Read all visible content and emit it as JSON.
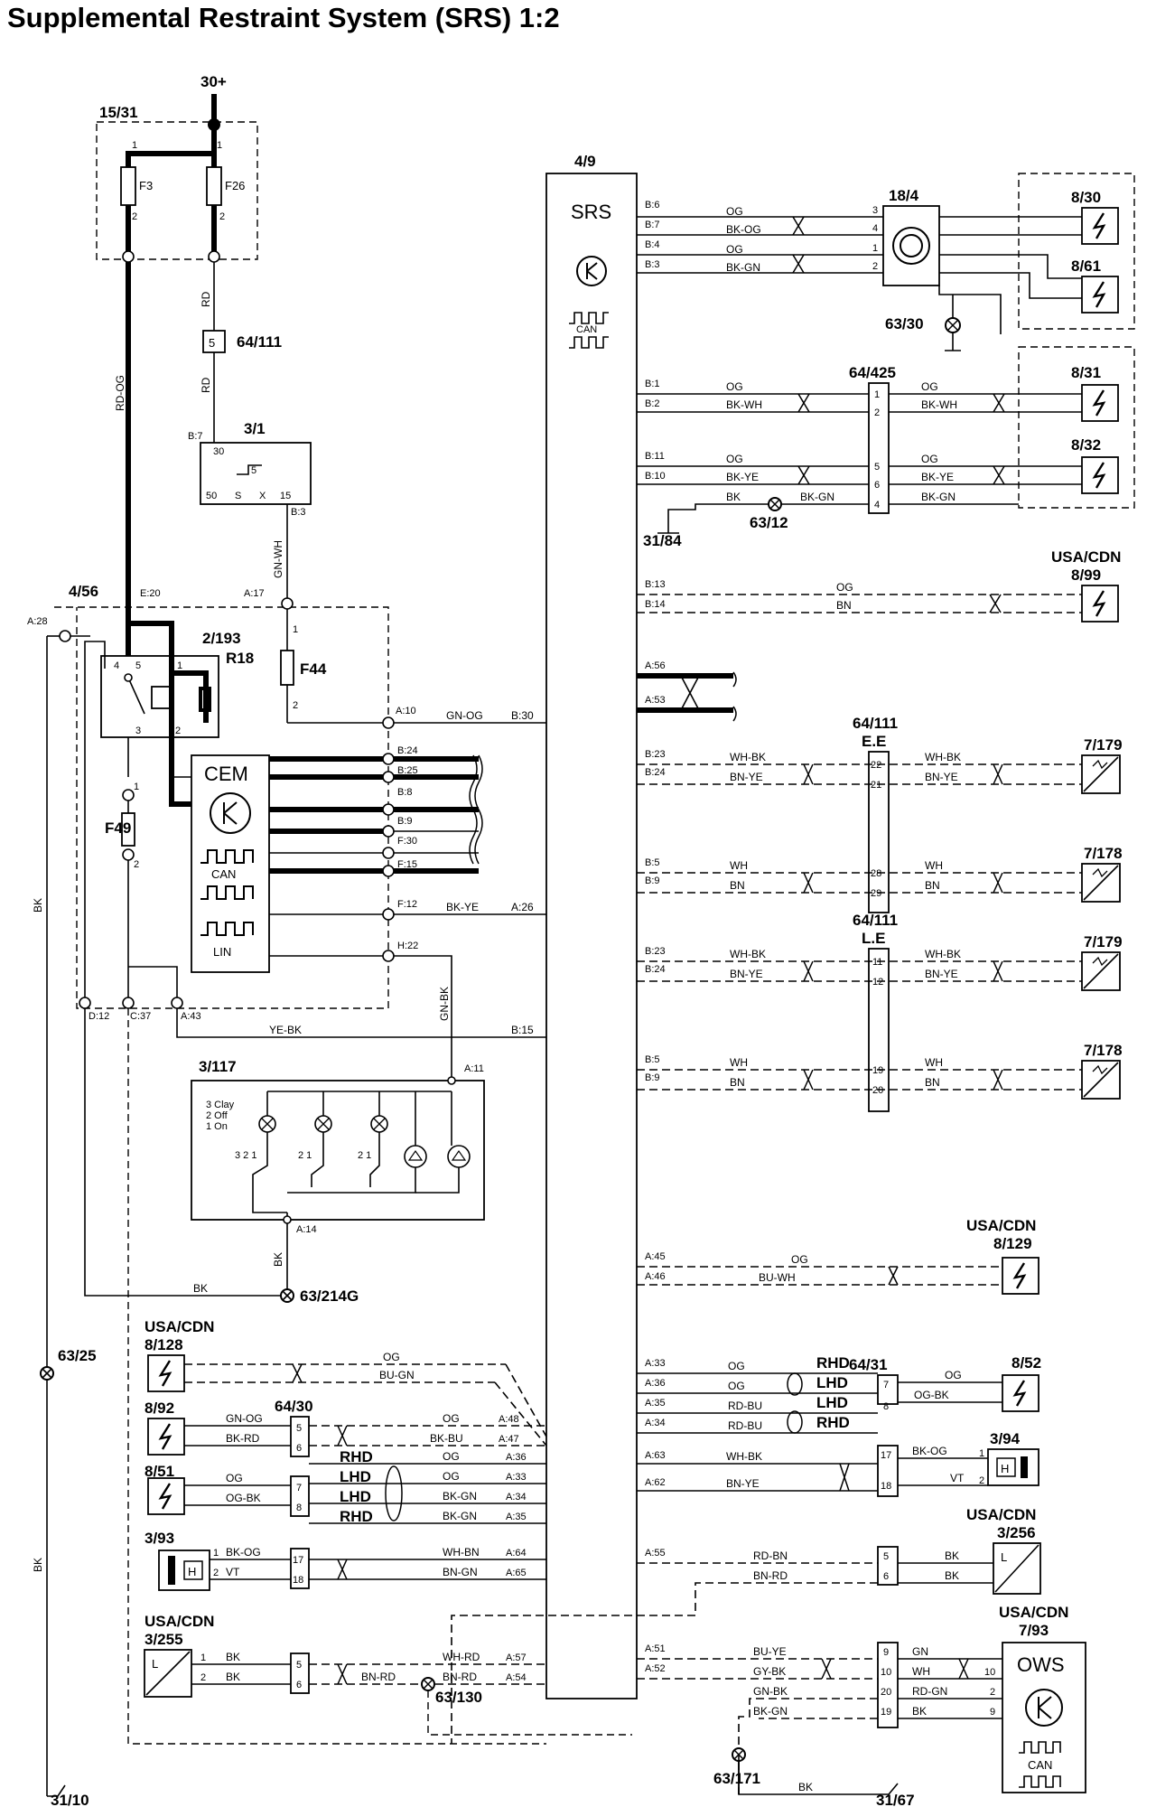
{
  "title": "Supplemental Restraint System (SRS) 1:2",
  "power": {
    "label": "30+"
  },
  "fusebox": {
    "id": "15/31",
    "fuse_a": "F3",
    "fuse_b": "F26",
    "pin1": "1",
    "pin2": "2"
  },
  "wires_left": {
    "rd": "RD",
    "rd_og": "RD-OG",
    "gn_wh": "GN-WH",
    "bk": "BK",
    "gn_bk": "GN-BK"
  },
  "connector_64_111_top": {
    "id": "64/111",
    "pin": "5"
  },
  "ignition": {
    "id": "3/1",
    "loc": "B:7",
    "pins": [
      "30",
      "50",
      "S",
      "X",
      "15"
    ],
    "out": "B:3"
  },
  "cem_module": {
    "id": "4/56",
    "name": "CEM",
    "can": "CAN",
    "lin": "LIN",
    "pins": [
      "A:28",
      "E:20",
      "A:17",
      "A:10",
      "B:24",
      "B:25",
      "B:8",
      "B:9",
      "F:30",
      "F:15",
      "F:12",
      "H:22",
      "D:12",
      "C:37",
      "A:43"
    ]
  },
  "relay": {
    "id": "2/193",
    "name": "R18",
    "pins": [
      "4",
      "5",
      "1",
      "3",
      "2"
    ]
  },
  "fuse_f44": {
    "name": "F44"
  },
  "fuse_f49": {
    "name": "F49"
  },
  "srs_module": {
    "id": "4/9",
    "name": "SRS",
    "can": "CAN"
  },
  "cem_to_srs": [
    {
      "from": "A:10",
      "color": "GN-OG",
      "to": "B:30"
    },
    {
      "from": "F:12",
      "color": "BK-YE",
      "to": "A:26"
    },
    {
      "from": "A:43",
      "color": "YE-BK",
      "to": "B:15"
    }
  ],
  "switch_3_117": {
    "id": "3/117",
    "loc": "A:11",
    "ground": "A:14",
    "legend": [
      "3 Clay",
      "2 Off",
      "1 On"
    ],
    "sw_marks": [
      "3 2 1",
      "2 1",
      "2 1"
    ]
  },
  "grounds": [
    "63/214G",
    "63/25",
    "31/10",
    "63/130",
    "63/171",
    "31/67",
    "63/30",
    "63/12",
    "31/84"
  ],
  "ign_18_4": {
    "id": "18/4",
    "pins": [
      "3",
      "4",
      "1",
      "2"
    ]
  },
  "srs_right_top": [
    {
      "pin": "B:6",
      "color": "OG"
    },
    {
      "pin": "B:7",
      "color": "BK-OG"
    },
    {
      "pin": "B:4",
      "color": "OG"
    },
    {
      "pin": "B:3",
      "color": "BK-GN"
    }
  ],
  "conn_64_425": {
    "id": "64/425",
    "pins": [
      "1",
      "2",
      "5",
      "6",
      "4"
    ]
  },
  "srs_right_mid": [
    {
      "pin": "B:1",
      "color": "OG",
      "out": "OG"
    },
    {
      "pin": "B:2",
      "color": "BK-WH",
      "out": "BK-WH"
    },
    {
      "pin": "B:11",
      "color": "OG",
      "out": "OG"
    },
    {
      "pin": "B:10",
      "color": "BK-YE",
      "out": "BK-YE"
    }
  ],
  "gnd_wire": {
    "color_a": "BK",
    "color_b": "BK-GN",
    "out": "BK-GN"
  },
  "squibs": {
    "s830": "8/30",
    "s861": "8/61",
    "s831": "8/31",
    "s832": "8/32",
    "s899": "8/99",
    "s8129": "8/129",
    "s852": "8/52",
    "s8128": "8/128",
    "s892": "8/92",
    "s851": "8/51"
  },
  "usa_cdn": "USA/CDN",
  "srs_8_99": [
    {
      "pin": "B:13",
      "color": "OG"
    },
    {
      "pin": "B:14",
      "color": "BN"
    }
  ],
  "srs_twisted": [
    "A:56",
    "A:53"
  ],
  "conn_ee": {
    "id": "64/111",
    "sub": "E.E",
    "pins": [
      "22",
      "21",
      "28",
      "29"
    ]
  },
  "conn_le": {
    "id": "64/111",
    "sub": "L.E",
    "pins": [
      "11",
      "12",
      "19",
      "20"
    ]
  },
  "sensor_group_e": [
    {
      "pin": "B:23",
      "color": "WH-BK",
      "out": "WH-BK"
    },
    {
      "pin": "B:24",
      "color": "BN-YE",
      "out": "BN-YE"
    },
    {
      "pin": "B:5",
      "color": "WH",
      "out": "WH"
    },
    {
      "pin": "B:9",
      "color": "BN",
      "out": "BN"
    }
  ],
  "sensors": {
    "s7179": "7/179",
    "s7178": "7/178"
  },
  "srs_8_129": [
    {
      "pin": "A:45",
      "color": "OG"
    },
    {
      "pin": "A:46",
      "color": "BU-WH"
    }
  ],
  "conn_64_31": {
    "id": "64/31",
    "pins": [
      "7",
      "8",
      "17",
      "18",
      "5",
      "6",
      "9",
      "10",
      "20",
      "19"
    ]
  },
  "srs_bottom_right": [
    {
      "pin": "A:33",
      "color": "OG",
      "tag": "RHD"
    },
    {
      "pin": "A:36",
      "color": "OG",
      "tag": "LHD"
    },
    {
      "pin": "A:35",
      "color": "RD-BU",
      "tag": "LHD"
    },
    {
      "pin": "A:34",
      "color": "RD-BU",
      "tag": "RHD"
    },
    {
      "pin": "A:63",
      "color": "WH-BK"
    },
    {
      "pin": "A:62",
      "color": "BN-YE"
    },
    {
      "pin": "A:55",
      "color": "RD-BN"
    },
    {
      "pin": "A:51",
      "color": "BU-YE"
    },
    {
      "pin": "A:52",
      "color": "GY-BK"
    }
  ],
  "right_outs": {
    "og": "OG",
    "og_bk": "OG-BK",
    "bk_og": "BK-OG",
    "vt": "VT",
    "bk": "BK",
    "bn_rd": "BN-RD",
    "gn": "GN",
    "wh": "WH",
    "rd_gn": "RD-GN",
    "gn_bk": "GN-BK",
    "bk_gn": "BK-GN"
  },
  "hall_3_94": {
    "id": "3/94",
    "h": "H"
  },
  "hall_3_93": {
    "id": "3/93",
    "h": "H"
  },
  "sens_3_256": {
    "id": "3/256",
    "l": "L"
  },
  "sens_3_255": {
    "id": "3/255",
    "l": "L"
  },
  "ows": {
    "id": "7/93",
    "name": "OWS",
    "can": "CAN",
    "pins": [
      "10",
      "2",
      "9"
    ]
  },
  "conn_64_30": {
    "id": "64/30",
    "pins": [
      "5",
      "6",
      "7",
      "8",
      "17",
      "18",
      "5",
      "6"
    ]
  },
  "left_bottom": [
    {
      "color": "OG",
      "to": ""
    },
    {
      "color": "BU-GN",
      "to": ""
    },
    {
      "color": "GN-OG",
      "out": "OG",
      "to": "A:48"
    },
    {
      "color": "BK-RD",
      "out": "BK-BU",
      "to": "A:47"
    },
    {
      "color": "OG",
      "out": "OG",
      "to": "A:36",
      "tag": "RHD"
    },
    {
      "color": "OG-BK",
      "out": "OG",
      "to": "A:33",
      "tag": "LHD"
    },
    {
      "out": "BK-GN",
      "to": "A:34",
      "tag": "LHD"
    },
    {
      "out": "BK-GN",
      "to": "A:35",
      "tag": "RHD"
    },
    {
      "color": "BK-OG",
      "out": "WH-BN",
      "to": "A:64"
    },
    {
      "color": "VT",
      "out": "BN-GN",
      "to": "A:65"
    },
    {
      "color": "BK",
      "out": "WH-RD",
      "to": "A:57"
    },
    {
      "color": "BK",
      "out": "BN-RD",
      "to": "A:54",
      "mid": "BN-RD"
    }
  ],
  "tags": {
    "rhd": "RHD",
    "lhd": "LHD"
  }
}
